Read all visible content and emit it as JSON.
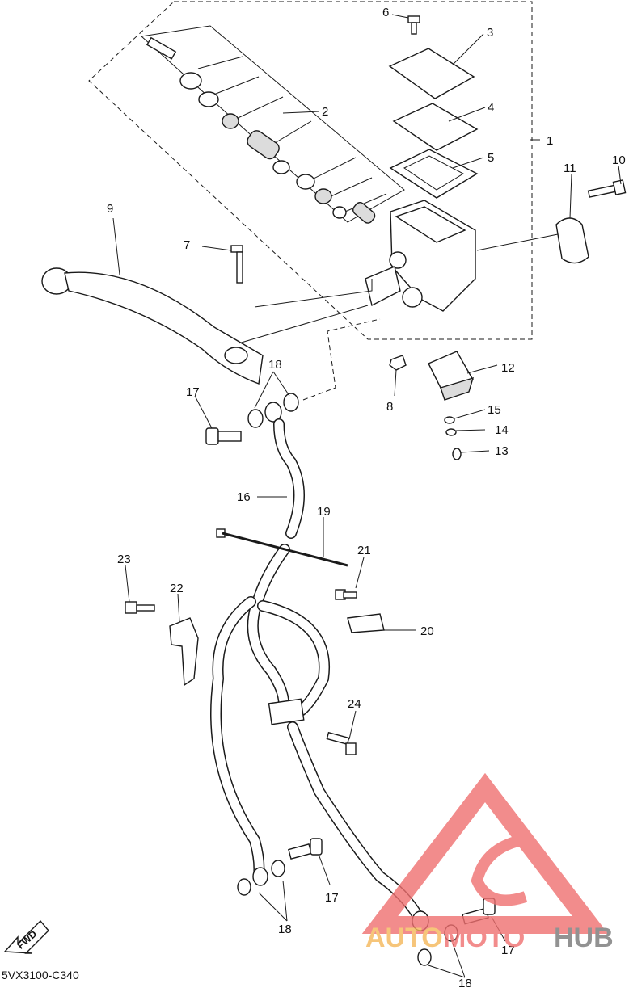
{
  "diagram_code": "5VX3100-C340",
  "fwd_label": "FWD",
  "watermark": {
    "part1": "AUTO",
    "part2": "MOTO",
    "part3": "HUB",
    "color_red": "#f07070",
    "color_orange": "#f5b75a",
    "color_gray": "#777777"
  },
  "callouts": {
    "c1": "1",
    "c2": "2",
    "c3": "3",
    "c4": "4",
    "c5": "5",
    "c6": "6",
    "c7": "7",
    "c8": "8",
    "c9": "9",
    "c10": "10",
    "c11": "11",
    "c12": "12",
    "c13": "13",
    "c14": "14",
    "c15": "15",
    "c16": "16",
    "c17a": "17",
    "c17b": "17",
    "c17c": "17",
    "c18a": "18",
    "c18b": "18",
    "c18c": "18",
    "c19": "19",
    "c20": "20",
    "c21": "21",
    "c22": "22",
    "c23": "23",
    "c24": "24"
  }
}
